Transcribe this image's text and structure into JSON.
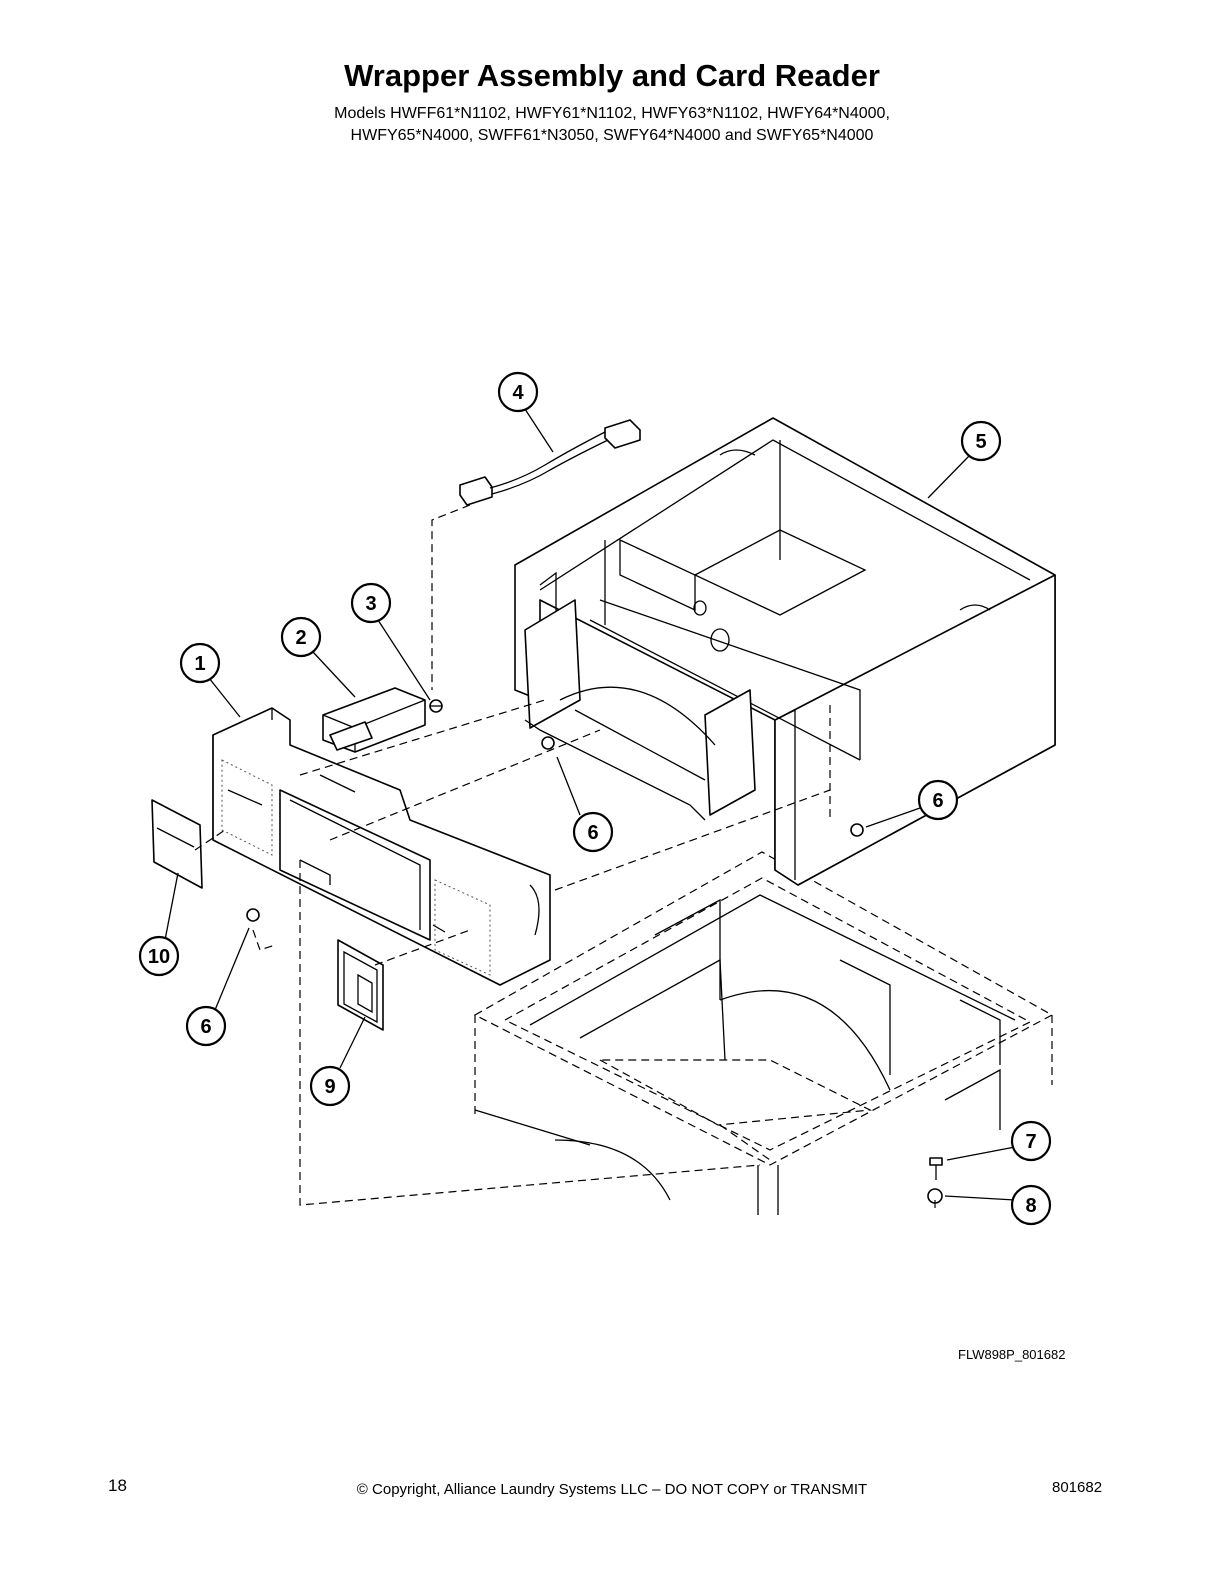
{
  "header": {
    "title": "Wrapper Assembly and Card Reader",
    "models_line1": "Models HWFF61*N1102, HWFY61*N1102, HWFY63*N1102, HWFY64*N4000,",
    "models_line2": "HWFY65*N4000, SWFF61*N3050, SWFY64*N4000 and SWFY65*N4000"
  },
  "diagram": {
    "callouts": [
      {
        "id": "c1",
        "label": "1"
      },
      {
        "id": "c2",
        "label": "2"
      },
      {
        "id": "c3",
        "label": "3"
      },
      {
        "id": "c4",
        "label": "4"
      },
      {
        "id": "c5",
        "label": "5"
      },
      {
        "id": "c6a",
        "label": "6"
      },
      {
        "id": "c6b",
        "label": "6"
      },
      {
        "id": "c6c",
        "label": "6"
      },
      {
        "id": "c7",
        "label": "7"
      },
      {
        "id": "c8",
        "label": "8"
      },
      {
        "id": "c9",
        "label": "9"
      },
      {
        "id": "c10",
        "label": "10"
      }
    ],
    "drawing_reference": "FLW898P_801682"
  },
  "footer": {
    "page_number": "18",
    "copyright": "© Copyright, Alliance Laundry Systems LLC – DO NOT COPY or TRANSMIT",
    "document_number": "801682"
  }
}
